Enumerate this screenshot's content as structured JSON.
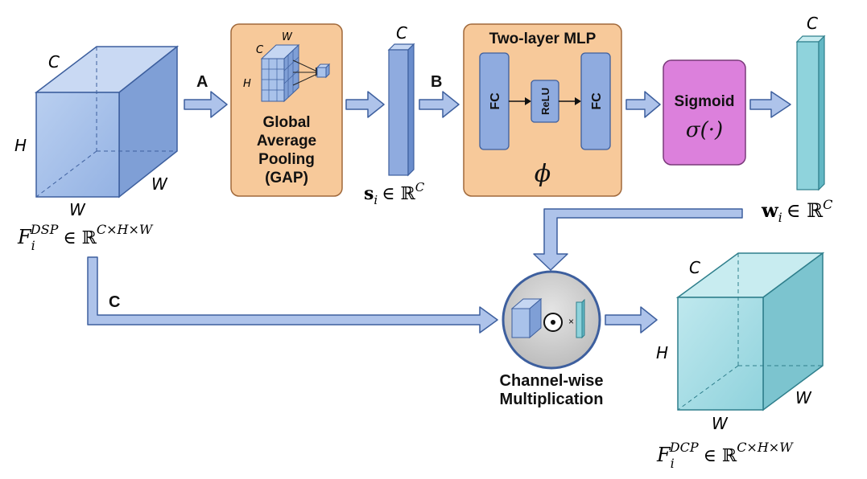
{
  "input_tensor": {
    "label_c": "C",
    "label_h": "H",
    "label_w_side": "W",
    "label_w_bottom": "W",
    "formula_base": "F",
    "formula_sub": "i",
    "formula_sup": "DSP",
    "formula_tail": "∈ ℝ",
    "formula_dims": "C×H×W"
  },
  "arrows": {
    "a": "A",
    "b": "B",
    "c": "C"
  },
  "gap": {
    "icon_label_c": "C",
    "icon_label_w": "W",
    "icon_label_h": "H",
    "line1": "Global",
    "line2": "Average",
    "line3": "Pooling",
    "line4": "(GAP)"
  },
  "s_vector": {
    "label_c": "C",
    "formula_base": "s",
    "formula_sub": "i",
    "formula_tail": "∈ ℝ",
    "formula_sup": "C"
  },
  "mlp": {
    "title": "Two-layer MLP",
    "fc1": "FC",
    "relu": "ReLU",
    "fc2": "FC",
    "phi": "ϕ"
  },
  "sigmoid": {
    "title": "Sigmoid",
    "formula": "σ(·)"
  },
  "w_vector": {
    "label_c": "C",
    "formula_base": "w",
    "formula_sub": "i",
    "formula_tail": "∈ ℝ",
    "formula_sup": "C"
  },
  "multiply": {
    "line1": "Channel-wise",
    "line2": "Multiplication",
    "dot_op": "⊙",
    "times": "×"
  },
  "output_tensor": {
    "label_c": "C",
    "label_h": "H",
    "label_w_side": "W",
    "label_w_bottom": "W",
    "formula_base": "F",
    "formula_sub": "i",
    "formula_sup": "DCP",
    "formula_tail": "∈ ℝ",
    "formula_dims": "C×H×W"
  },
  "colors": {
    "blue_face": "#a9c2ea",
    "blue_top": "#c8d8f3",
    "blue_side": "#7f9fd6",
    "blue_edge": "#3d5f9e",
    "teal_face": "#a8dfe6",
    "teal_top": "#c8ecf0",
    "teal_side": "#7cc4cf",
    "teal_edge": "#2f7f8c",
    "orange_box": "#f7c99a",
    "orange_edge": "#a0683a",
    "sigmoid_box": "#dc7fdc",
    "sigmoid_edge": "#7a3a7a",
    "arrow_fill": "#aec3ea",
    "arrow_edge": "#3d5f9e"
  }
}
